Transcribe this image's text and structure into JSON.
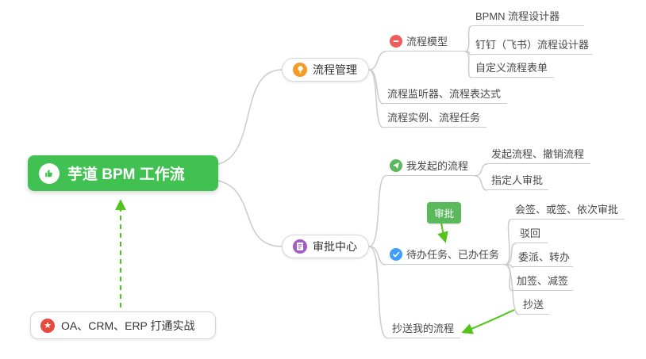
{
  "root": {
    "label": "芋道 BPM 工作流"
  },
  "practice": {
    "label": "OA、CRM、ERP 打通实战"
  },
  "badge": {
    "label": "审批"
  },
  "process_management": {
    "label": "流程管理",
    "model": {
      "label": "流程模型",
      "children": [
        "BPMN 流程设计器",
        "钉钉（飞书）流程设计器",
        "自定义流程表单"
      ]
    },
    "listener": "流程监听器、流程表达式",
    "instance": "流程实例、流程任务"
  },
  "approval_center": {
    "label": "审批中心",
    "my_initiated": {
      "label": "我发起的流程",
      "children": [
        "发起流程、撤销流程",
        "指定人审批"
      ]
    },
    "tasks": {
      "label": "待办任务、已办任务",
      "children": [
        "会签、或签、依次审批",
        "驳回",
        "委派、转办",
        "加签、减签",
        "抄送"
      ]
    },
    "cc": "抄送我的流程"
  },
  "colors": {
    "root_green": "#42C153",
    "arrow_green": "#52C41A",
    "badge_green": "#5CB85C",
    "line_gray": "#CBCBCB",
    "bulb_orange": "#F59A23",
    "doc_purple": "#A35CC0",
    "marker_red": "#F15B5B",
    "marker_green": "#5CB85C",
    "marker_blue": "#409EFF",
    "star_red": "#E84B3C"
  }
}
